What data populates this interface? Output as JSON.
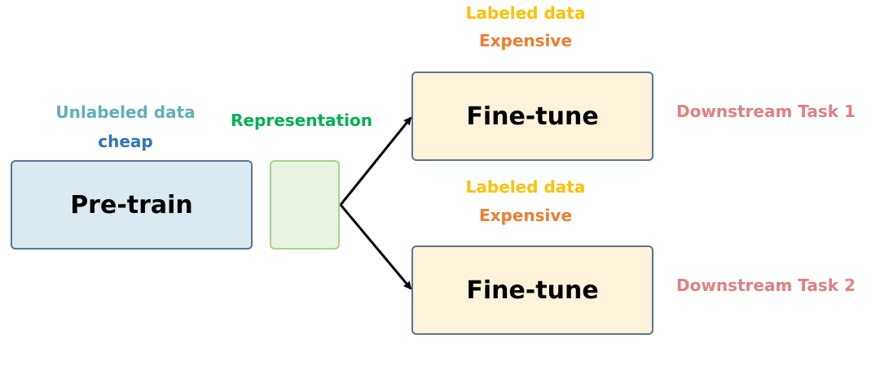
{
  "pretrain": {
    "title": "Pre-train",
    "data_label": "Unlabeled data",
    "cost_label": "cheap"
  },
  "representation": {
    "label": "Representation"
  },
  "finetune_top": {
    "title": "Fine-tune",
    "data_label": "Labeled data",
    "cost_label": "Expensive",
    "task_label": "Downstream Task 1"
  },
  "finetune_bottom": {
    "title": "Fine-tune",
    "data_label": "Labeled data",
    "cost_label": "Expensive",
    "task_label": "Downstream Task 2"
  },
  "colors": {
    "unlabeled": "#5fb0b7",
    "cheap": "#2e75b6",
    "representation": "#00b050",
    "labeled": "#ffc000",
    "expensive": "#ed7d31",
    "task": "#e08080"
  }
}
